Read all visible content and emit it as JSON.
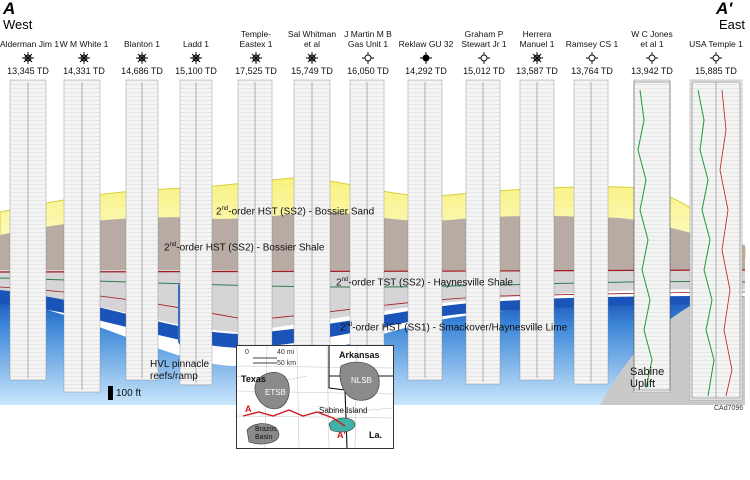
{
  "ends": {
    "left_label": "A",
    "left_dir": "West",
    "right_label": "A'",
    "right_dir": "East"
  },
  "wells": [
    {
      "name": "Alderman Jim 1",
      "td": "13,345 TD",
      "symbol": "gas"
    },
    {
      "name": "W M White 1",
      "td": "14,331 TD",
      "symbol": "gas"
    },
    {
      "name": "Blanton 1",
      "td": "14,686 TD",
      "symbol": "gas"
    },
    {
      "name": "Ladd 1",
      "td": "15,100 TD",
      "symbol": "gas"
    },
    {
      "name": "Temple-\nEastex 1",
      "td": "17,525 TD",
      "symbol": "gas"
    },
    {
      "name": "Sal Whitman\net al",
      "td": "15,749 TD",
      "symbol": "gas"
    },
    {
      "name": "J Martin M B\nGas Unit 1",
      "td": "16,050 TD",
      "symbol": "dry"
    },
    {
      "name": "Reklaw GU 32",
      "td": "14,292 TD",
      "symbol": "oilgas"
    },
    {
      "name": "Graham P\nStewart Jr 1",
      "td": "15,012 TD",
      "symbol": "dry"
    },
    {
      "name": "Herrera\nManuel 1",
      "td": "13,587 TD",
      "symbol": "gas"
    },
    {
      "name": "Ramsey CS 1",
      "td": "13,764 TD",
      "symbol": "dry"
    },
    {
      "name": "W C Jones\net al 1",
      "td": "13,942 TD",
      "symbol": "dry"
    },
    {
      "name": "USA Temple 1",
      "td": "15,885 TD",
      "symbol": "dry"
    }
  ],
  "units": {
    "bossier_sand": {
      "pre": "2",
      "sup": "nd",
      "post": "-order HST (SS2) - Bossier Sand"
    },
    "bossier_shale": {
      "pre": "2",
      "sup": "nd",
      "post": "-order HST (SS2) - Bossier Shale"
    },
    "haynesville_shale": {
      "pre": "2",
      "sup": "nd",
      "post": "-order TST (SS2) - Haynesville Shale"
    },
    "smackover": {
      "pre": "2",
      "sup": "nd",
      "post": "-order HST (SS1) - Smackover/Haynesville Lime"
    }
  },
  "annotations": {
    "hvl": "HVL pinnacle\nreefs/ramp",
    "scale_bar": "100 ft",
    "sabine": "Sabine\nUplift",
    "figure_id": "CAd7096"
  },
  "map": {
    "scale_mi": "40 mi",
    "scale_km": "50 km",
    "scale_zero": "0",
    "texas": "Texas",
    "arkansas": "Arkansas",
    "louisiana": "La.",
    "etsb": "ETSB",
    "nlsb": "NLSB",
    "sabine_island": "Sabine Island",
    "brazos": "Brazos\nBasin",
    "a_label": "A",
    "a_prime_label": "A'"
  },
  "colors": {
    "sand": "#f5ef7a",
    "shale": "#b8aba4",
    "lime_dark": "#1a54b8",
    "lime_light": "#9ecff4",
    "haynesville": "#7d8fb0",
    "uplift": "#c9c9c9"
  }
}
